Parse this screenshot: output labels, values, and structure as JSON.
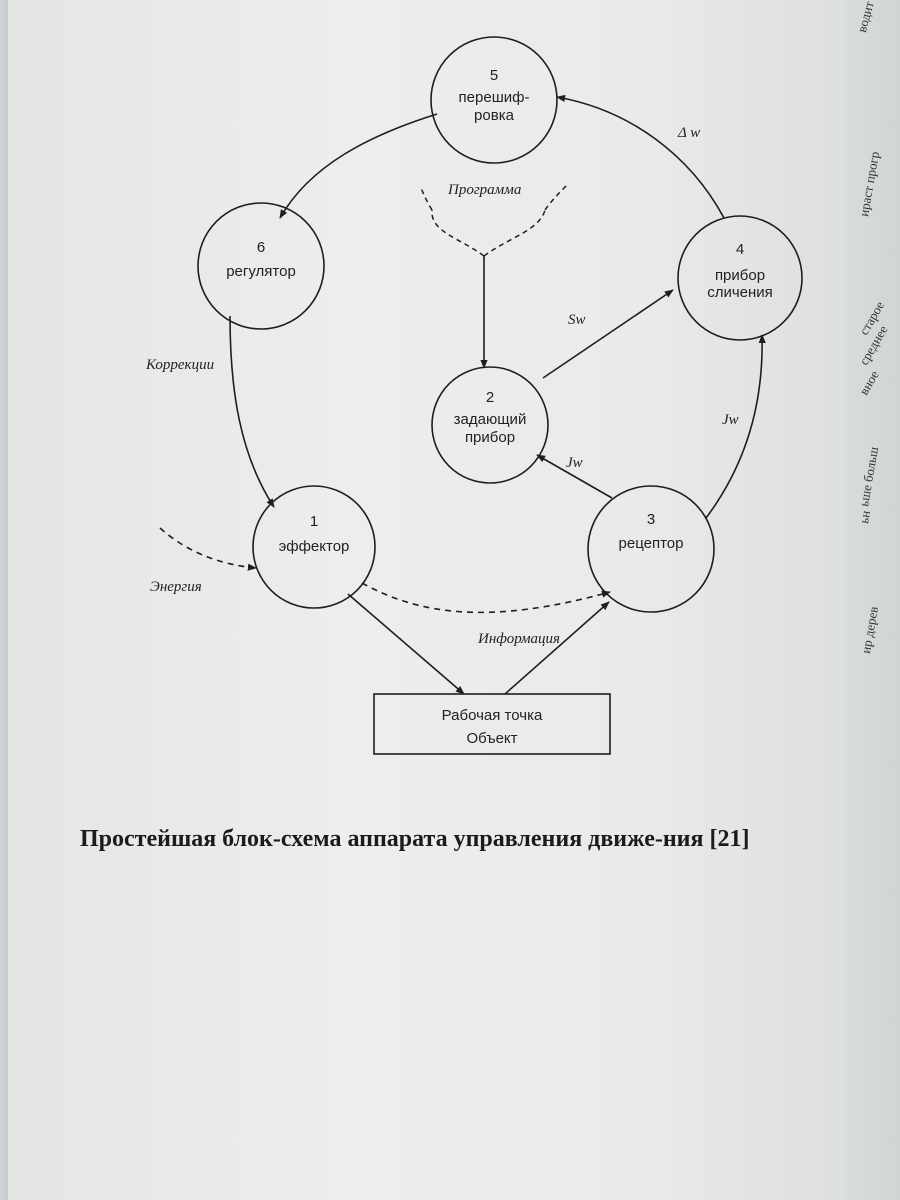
{
  "nodes": [
    {
      "id": "n5",
      "number": "5",
      "line1": "перешиф-",
      "line2": "ровка"
    },
    {
      "id": "n6",
      "number": "6",
      "line1": "регулятор",
      "line2": ""
    },
    {
      "id": "n4",
      "number": "4",
      "line1": "прибор",
      "line2": "сличения"
    },
    {
      "id": "n2",
      "number": "2",
      "line1": "задающий",
      "line2": "прибор"
    },
    {
      "id": "n1",
      "number": "1",
      "line1": "эффектор",
      "line2": ""
    },
    {
      "id": "n3",
      "number": "3",
      "line1": "рецептор",
      "line2": ""
    }
  ],
  "object_box": {
    "line1": "Рабочая точка",
    "line2": "Объект"
  },
  "labels": {
    "delta_w": "Δ w",
    "programma": "Программа",
    "sw": "Sw",
    "korrektsii": "Коррекции",
    "jw_right": "Jw",
    "jw_mid": "Jw",
    "energiya": "Энергия",
    "informatsiya": "Информация"
  },
  "caption": "Простейшая блок-схема аппарата управления движе-ния [21]",
  "edge_page": {
    "fragments": [
      "водит",
      "ираст прогр",
      "старое",
      "среднее",
      "вное",
      "ьше больш",
      "ьн",
      "ир дерев"
    ]
  }
}
